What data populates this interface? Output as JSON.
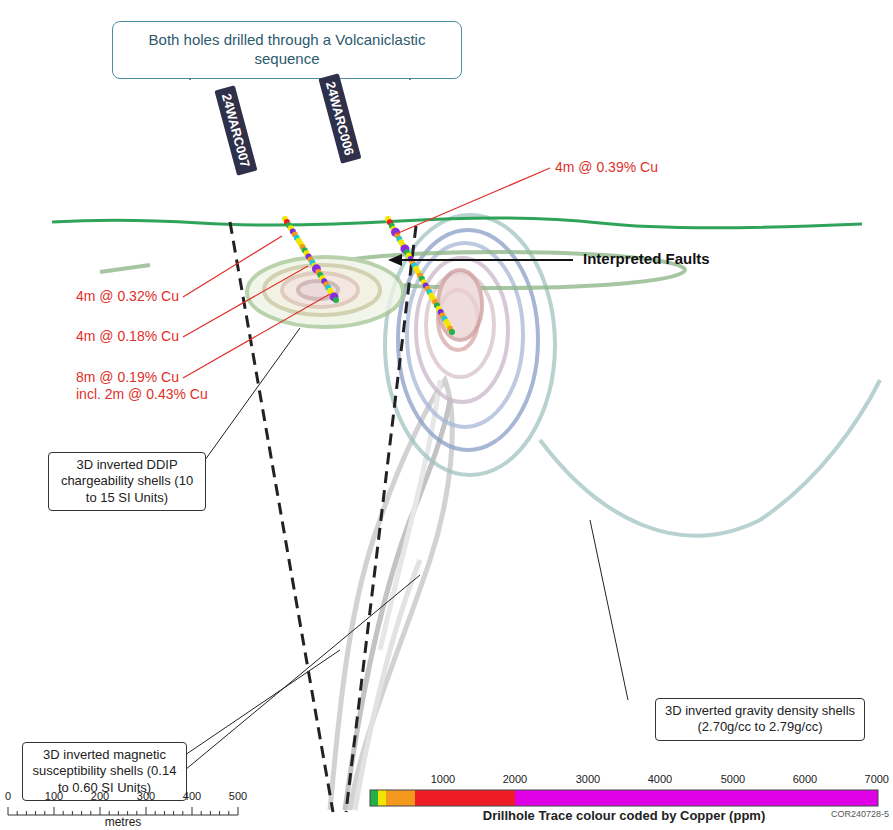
{
  "diagram": {
    "nodes": [
      {
        "text": [
          "Both holes drilled through a Volcaniclastic sequence"
        ]
      },
      {
        "text": [
          "24WARC007"
        ]
      },
      {
        "text": [
          "24WARC006"
        ]
      },
      {
        "text": [
          "3D inverted DDIP chargeability shells (10 to 15 SI Units)"
        ]
      },
      {
        "text": [
          "3D inverted gravity density shells (2.70g/cc to 2.79g/cc)"
        ]
      },
      {
        "text": [
          "3D inverted magnetic susceptibility shells (0.14 to 0.60 SI Units)"
        ]
      }
    ],
    "labels": [
      "4m @ 0.39% Cu",
      "4m @ 0.32% Cu",
      "4m @ 0.18% Cu",
      "8m @ 0.19% Cu",
      "incl. 2m @ 0.43% Cu",
      "Interpreted Faults",
      "0",
      "100",
      "200",
      "300",
      "400",
      "500",
      "metres",
      "1000",
      "2000",
      "3000",
      "4000",
      "5000",
      "6000",
      "7000",
      "Drillhole Trace colour coded by Copper (ppm)",
      "COR240728-5"
    ]
  }
}
